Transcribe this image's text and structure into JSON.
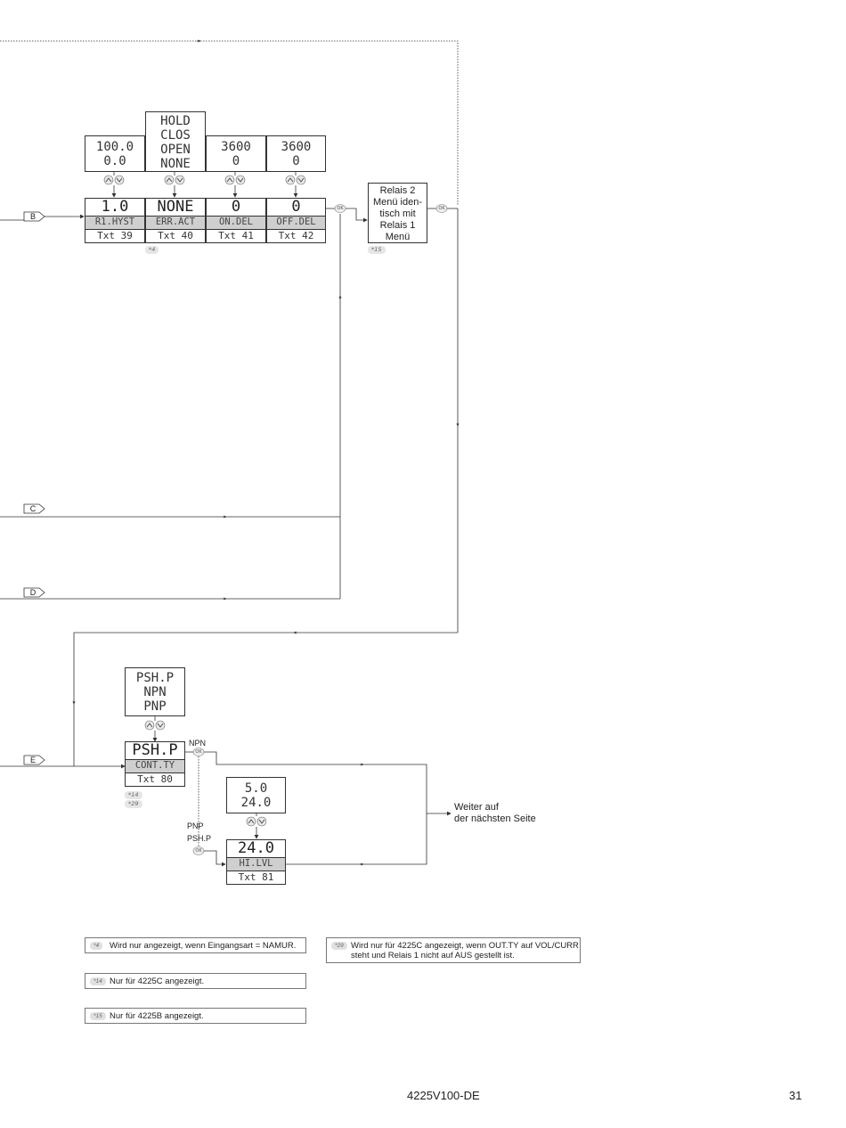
{
  "connectors": [
    "B",
    "C",
    "D",
    "E"
  ],
  "option_lists": {
    "hyst": [
      "100.0",
      "0.0"
    ],
    "err_act": [
      "HOLD",
      "CLOS",
      "OPEN",
      "NONE"
    ],
    "on_del": [
      "3600",
      "0"
    ],
    "off_del": [
      "3600",
      "0"
    ],
    "cont_ty": [
      "PSH.P",
      "NPN",
      "PNP"
    ],
    "hi_lvl": [
      "5.0",
      "24.0"
    ]
  },
  "menus": {
    "r1_hyst": {
      "value": "1.0",
      "code": "R1.HYST",
      "txt": "Txt 39"
    },
    "err_act": {
      "value": "NONE",
      "code": "ERR.ACT",
      "txt": "Txt 40"
    },
    "on_del": {
      "value": "0",
      "code": "ON.DEL",
      "txt": "Txt 41"
    },
    "off_del": {
      "value": "0",
      "code": "OFF.DEL",
      "txt": "Txt 42"
    },
    "cont_ty": {
      "value": "PSH.P",
      "code": "CONT.TY",
      "txt": "Txt 80"
    },
    "hi_lvl": {
      "value": "24.0",
      "code": "HI.LVL",
      "txt": "Txt 81"
    }
  },
  "relay2_box": [
    "Relais 2",
    "Menü iden-",
    "tisch mit",
    "Relais 1",
    "Menü"
  ],
  "ok_label": "OK",
  "branch_labels": {
    "npn": "NPN",
    "pnp": "PNP",
    "pshp": "PSH.P"
  },
  "notes": {
    "n4": "*4",
    "n15": "*15",
    "n14": "*14",
    "n29": "*29"
  },
  "continue_text": [
    "Weiter auf",
    "der nächsten Seite"
  ],
  "footnotes": {
    "f4": {
      "ref": "*4",
      "text": [
        "Wird nur angezeigt, wenn Eingangsart = NAMUR."
      ]
    },
    "f29": {
      "ref": "*29",
      "text": [
        "Wird nur für 4225C angezeigt, wenn OUT.TY auf VOL/CURR",
        "steht und Relais 1 nicht auf AUS gestellt ist."
      ]
    },
    "f14": {
      "ref": "*14",
      "text": [
        "Nur für 4225C angezeigt."
      ]
    },
    "f15": {
      "ref": "*15",
      "text": [
        "Nur für 4225B angezeigt."
      ]
    }
  },
  "footer": {
    "doc_id": "4225V100-DE",
    "page_number": "31"
  }
}
